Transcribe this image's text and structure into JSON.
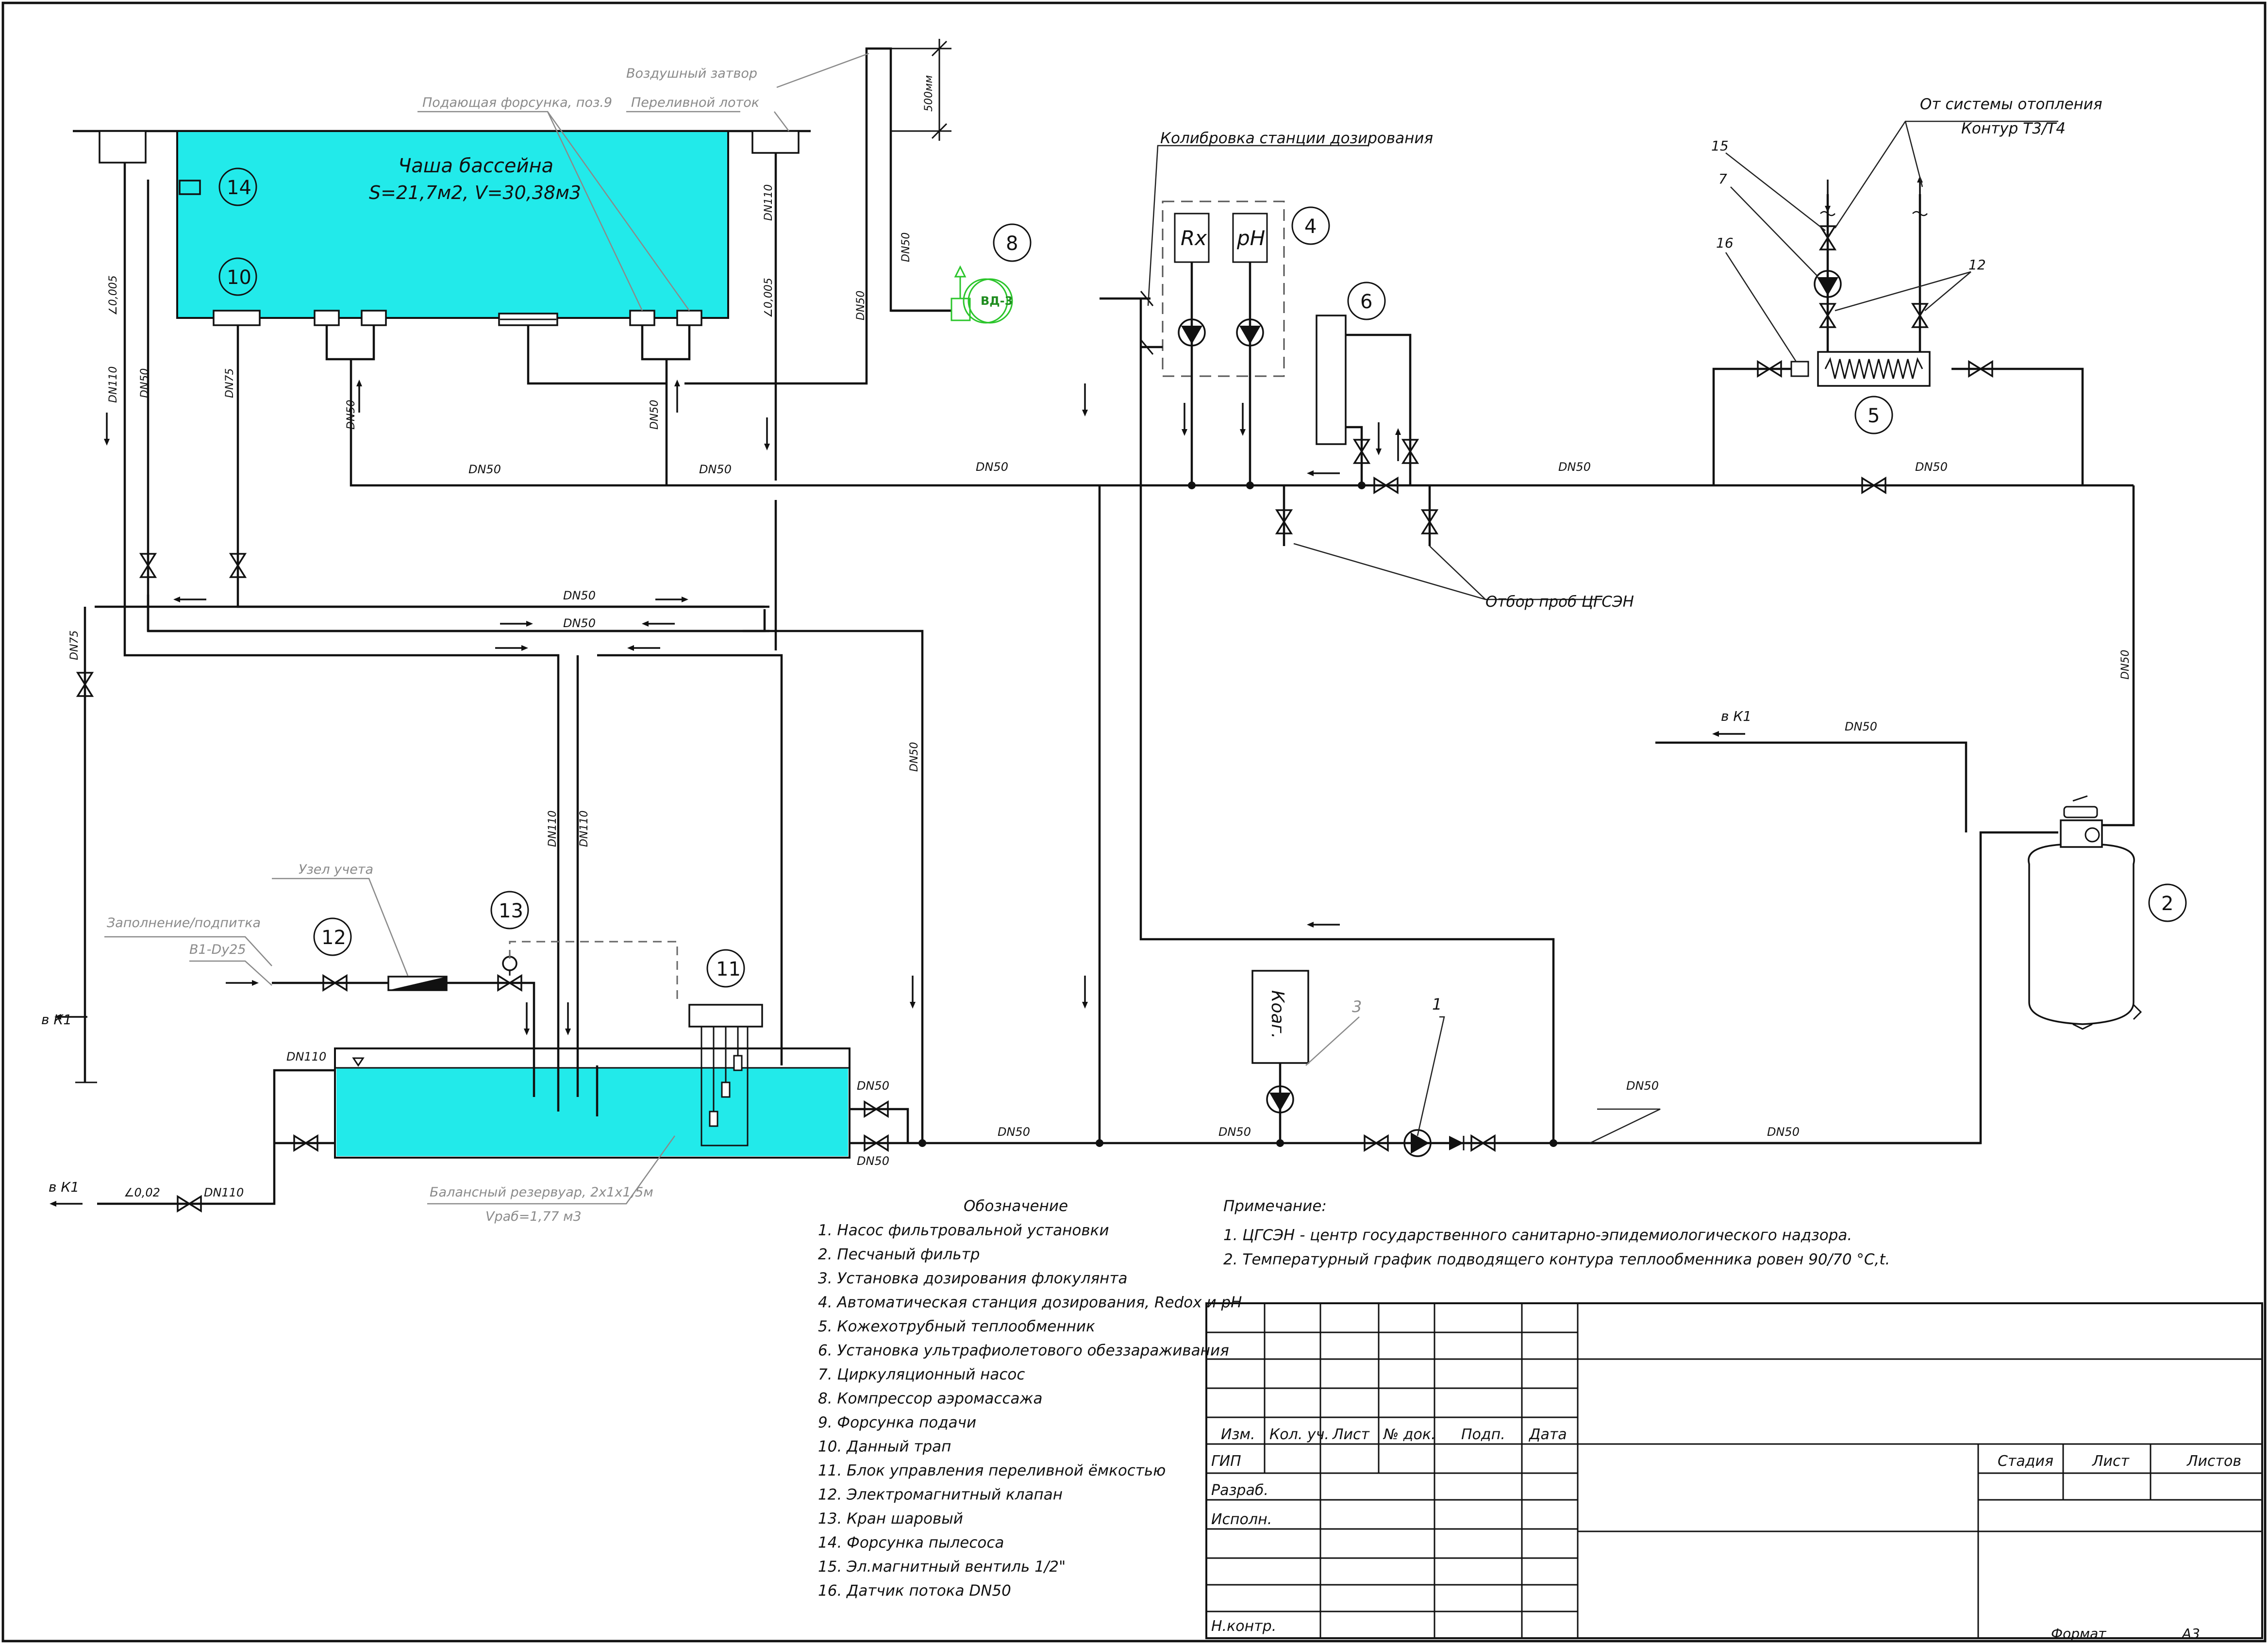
{
  "pool": {
    "title": "Чаша бассейна",
    "params": "S=21,7м2, V=30,38м3",
    "water_color": "#22eaea"
  },
  "annotations": {
    "air_lock": "Воздушный затвор",
    "supply_nozzle": "Подающая форсунка, поз.9",
    "overflow_tray": "Переливной лоток",
    "height_500": "500мм",
    "dosing_calibration": "Колибровка станции дозирования",
    "heating_from": "От системы отопления",
    "heating_circuit": "Контур Т3/Т4",
    "sampling": "Отбор проб ЦГСЭН",
    "metering": "Узел учета",
    "fill_makeup": "Заполнение/подпитка",
    "b1": "В1-Dy25",
    "balance_tank": "Балансный резервуар, 2х1х1,5м",
    "working_volume": "Vраб=1,77 м3",
    "to_k1_a": "в К1",
    "to_k1_b": "в К1",
    "to_k1_c": "в К1",
    "slope_1": "∠0,005",
    "slope_2": "∠0,005",
    "slope_3": "∠0,02",
    "coag": "Коаг."
  },
  "pipes": {
    "dn50": "DN50",
    "dn75": "DN75",
    "dn110": "DN110"
  },
  "instruments": {
    "rx": "Rx",
    "ph": "pH",
    "compressor": "ВД-3"
  },
  "markers": [
    "1",
    "2",
    "3",
    "4",
    "5",
    "6",
    "7",
    "8",
    "10",
    "11",
    "12",
    "13",
    "14",
    "15",
    "16"
  ],
  "legend": {
    "title": "Обозначение",
    "items": [
      "1. Насос фильтровальной установки",
      "2. Песчаный фильтр",
      "3. Установка дозирования флокулянта",
      "4. Автоматическая станция дозирования, Redox и pH",
      "5. Кожехотрубный теплообменник",
      "6. Установка ультрафиолетового обеззараживания",
      "7. Циркуляционный насос",
      "8. Компрессор аэромассажа",
      "9. Форсунка подачи",
      "10. Данный трап",
      "11. Блок управления переливной ёмкостью",
      "12. Электромагнитный клапан",
      "13. Кран шаровый",
      "14. Форсунка пылесоса",
      "15. Эл.магнитный вентиль 1/2\"",
      "16. Датчик потока DN50"
    ]
  },
  "notes": {
    "title": "Примечание:",
    "items": [
      "1. ЦГСЭН - центр государственного санитарно-эпидемиологического надзора.",
      "2. Температурный график подводящего контура теплообменника ровен 90/70 °С,t."
    ]
  },
  "title_block": {
    "columns": [
      "Изм.",
      "Кол. уч.",
      "Лист",
      "№ док.",
      "Подп.",
      "Дата"
    ],
    "roles": [
      "ГИП",
      "Разраб.",
      "Исполн.",
      "Н.контр."
    ],
    "stage_cols": [
      "Стадия",
      "Лист",
      "Листов"
    ],
    "format_label": "Формат",
    "format_value": "А3"
  }
}
